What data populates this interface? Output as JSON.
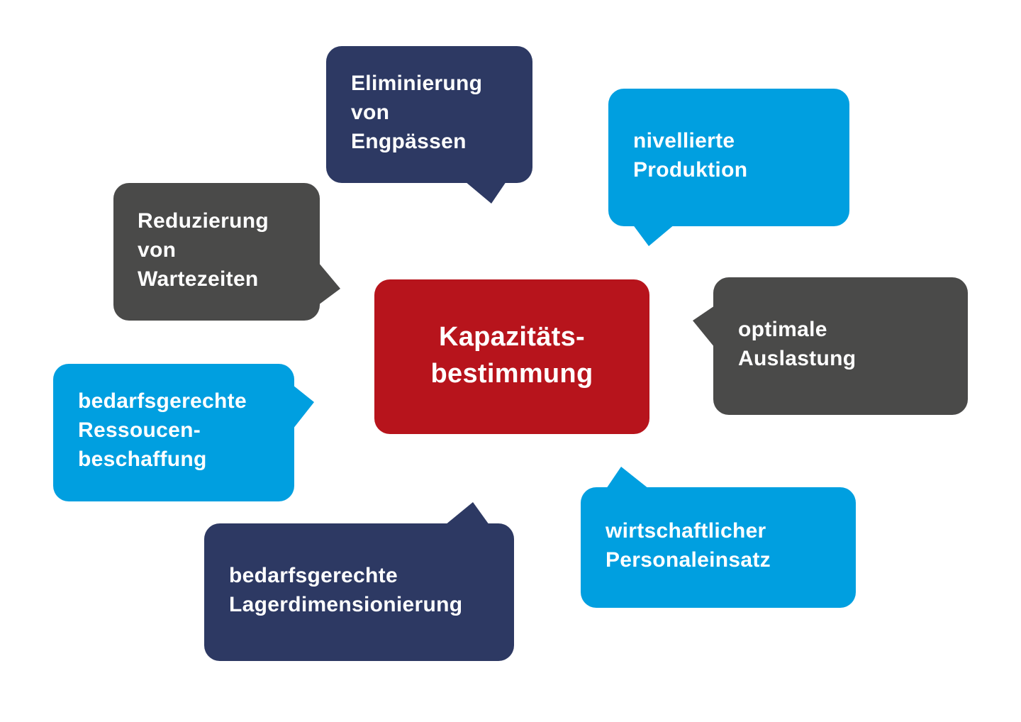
{
  "diagram": {
    "center": {
      "label": "Kapazitäts-\nbestimmung",
      "color": "#b7141c"
    },
    "bubbles": [
      {
        "id": "eliminierung",
        "label": "Eliminierung\nvon\nEngpässen",
        "color": "#2d3963",
        "tail": "bottom"
      },
      {
        "id": "nivellierte",
        "label": "nivellierte\nProduktion",
        "color": "#009fe0",
        "tail": "bottom-left"
      },
      {
        "id": "reduzierung",
        "label": "Reduzierung\nvon\nWartezeiten",
        "color": "#4a4a49",
        "tail": "right"
      },
      {
        "id": "optimale",
        "label": "optimale\nAuslastung",
        "color": "#4a4a49",
        "tail": "left"
      },
      {
        "id": "ressourcen",
        "label": "bedarfsgerechte\nRessoucen-\nbeschaffung",
        "color": "#009fe0",
        "tail": "right"
      },
      {
        "id": "personal",
        "label": "wirtschaftlicher\nPersonaleinsatz",
        "color": "#009fe0",
        "tail": "top"
      },
      {
        "id": "lager",
        "label": "bedarfsgerechte\nLagerdimensionierung",
        "color": "#2d3963",
        "tail": "top"
      }
    ]
  }
}
